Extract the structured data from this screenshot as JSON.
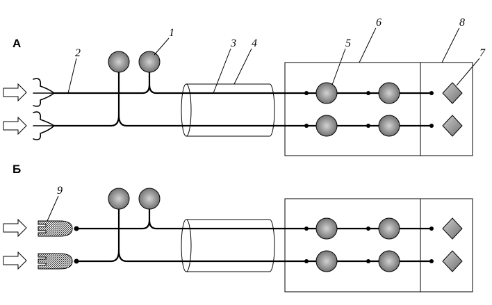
{
  "panels": [
    {
      "label": "А",
      "input": "antenna"
    },
    {
      "label": "Б",
      "input": "sensor"
    }
  ],
  "callouts": [
    "1",
    "2",
    "3",
    "4",
    "5",
    "6",
    "7",
    "8",
    "9"
  ],
  "colors": {
    "line": "#000000",
    "node_light": "#d2d2d2",
    "node_dark": "#6a6a6a",
    "background": "#ffffff"
  },
  "icons": [
    "hollow-arrow-icon",
    "antenna-icon",
    "sensor-icon",
    "round-node-icon",
    "diamond-node-icon"
  ]
}
